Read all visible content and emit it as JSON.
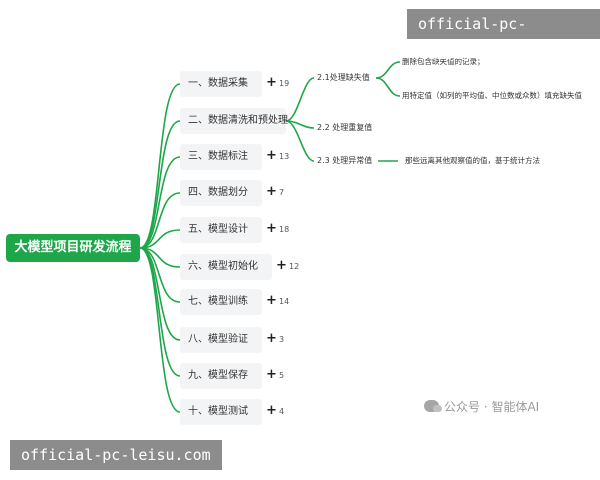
{
  "diagram": {
    "root": "大模型项目研发流程",
    "stages": [
      {
        "label": "一、数据采集",
        "count": "19"
      },
      {
        "label": "二、数据清洗和预处理",
        "count": ""
      },
      {
        "label": "三、数据标注",
        "count": "13"
      },
      {
        "label": "四、数据划分",
        "count": "7"
      },
      {
        "label": "五、模型设计",
        "count": "18"
      },
      {
        "label": "六、模型初始化",
        "count": "12"
      },
      {
        "label": "七、模型训练",
        "count": "14"
      },
      {
        "label": "八、模型验证",
        "count": "3"
      },
      {
        "label": "九、模型保存",
        "count": "5"
      },
      {
        "label": "十、模型测试",
        "count": "4"
      }
    ],
    "cleaning_steps": [
      "2.1处理缺失值",
      "2.2 处理重复值",
      "2.3 处理异常值"
    ],
    "missing_value_methods": [
      "删除包含缺失值的记录；",
      "用特定值（如列的平均值、中位数或众数）填充缺失值"
    ],
    "outlier_note": "那些远离其他观察值的值，基于统计方法"
  },
  "watermarks": {
    "top": "official-pc-leisu.com",
    "bottom": "official-pc-leisu.com",
    "wechat": "公众号 · 智能体AI"
  },
  "colors": {
    "accent": "#1fa64a",
    "node_bg": "#f3f4f5",
    "watermark_bg": "#8c8c8c"
  }
}
